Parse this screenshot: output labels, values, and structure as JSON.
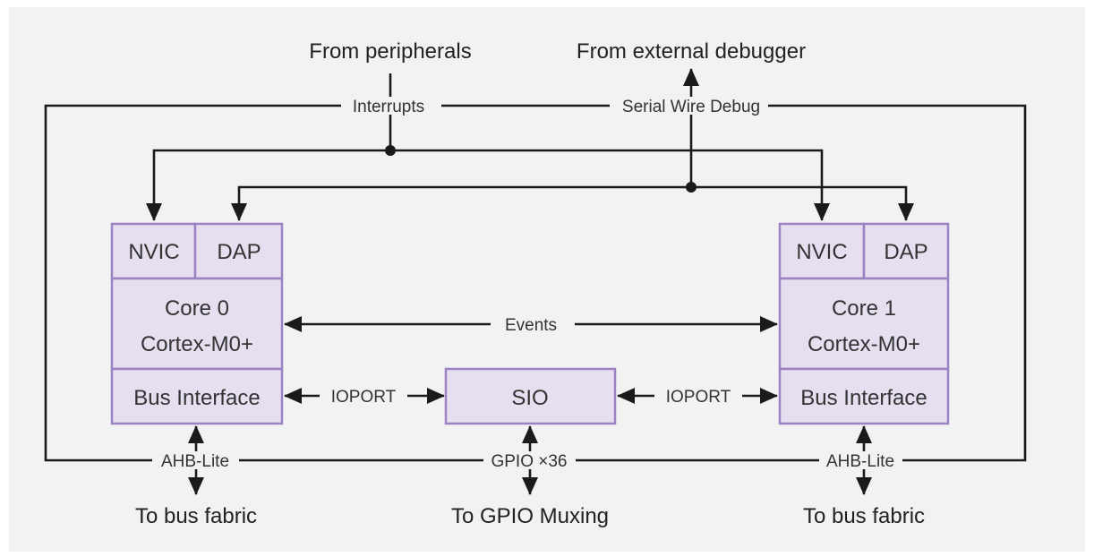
{
  "colors": {
    "background": "#f2f2f2",
    "block_fill": "#e6dff0",
    "block_border": "#9b82c3",
    "wire": "#1a1a1a"
  },
  "external": {
    "from_peripherals": "From peripherals",
    "from_debugger": "From external debugger",
    "to_bus_fabric_left": "To bus fabric",
    "to_gpio_muxing": "To GPIO Muxing",
    "to_bus_fabric_right": "To bus fabric"
  },
  "signals": {
    "interrupts": "Interrupts",
    "serial_wire_debug": "Serial Wire Debug",
    "events": "Events",
    "ioport_left": "IOPORT",
    "ioport_right": "IOPORT",
    "ahb_lite_left": "AHB-Lite",
    "gpio": "GPIO ×36",
    "ahb_lite_right": "AHB-Lite"
  },
  "core0": {
    "nvic": "NVIC",
    "dap": "DAP",
    "name": "Core 0",
    "cpu": "Cortex-M0+",
    "bus_interface": "Bus Interface"
  },
  "core1": {
    "nvic": "NVIC",
    "dap": "DAP",
    "name": "Core 1",
    "cpu": "Cortex-M0+",
    "bus_interface": "Bus Interface"
  },
  "sio": {
    "label": "SIO"
  }
}
